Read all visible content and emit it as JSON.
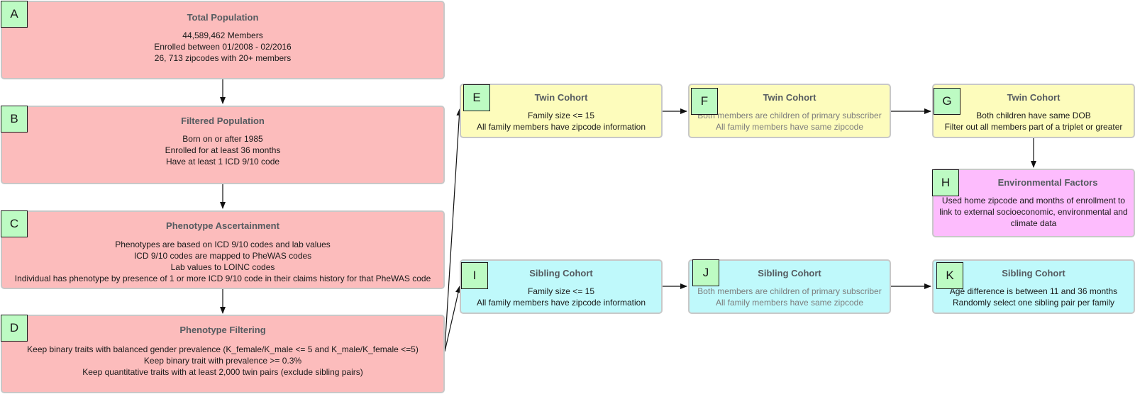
{
  "boxes": {
    "A": {
      "label": "A",
      "title": "Total Population",
      "lines": [
        "44,589,462 Members",
        "Enrolled between 01/2008 - 02/2016",
        "26, 713 zipcodes with 20+ members"
      ]
    },
    "B": {
      "label": "B",
      "title": "Filtered Population",
      "lines": [
        "Born on or after 1985",
        "Enrolled for at least 36 months",
        "Have at least 1 ICD 9/10 code"
      ]
    },
    "C": {
      "label": "C",
      "title": "Phenotype Ascertainment",
      "lines": [
        "Phenotypes are based on ICD 9/10 codes and lab values",
        "ICD 9/10 codes are mapped to PheWAS codes",
        "Lab values to LOINC codes",
        "Individual has phenotype by presence of 1 or more ICD 9/10 code in their claims history for that PheWAS code"
      ]
    },
    "D": {
      "label": "D",
      "title": "Phenotype Filtering",
      "lines": [
        "Keep binary traits with balanced gender prevalence (K_female/K_male <= 5 and K_male/K_female <=5)",
        "Keep binary trait with prevalence >= 0.3%",
        "Keep quantitative traits with at least 2,000 twin pairs (exclude sibling pairs)"
      ]
    },
    "E": {
      "label": "E",
      "title": "Twin Cohort",
      "lines": [
        "Family size <= 15",
        "All family members have zipcode information"
      ]
    },
    "F": {
      "label": "F",
      "title": "Twin Cohort",
      "lines": [
        "Both members are children of primary subscriber",
        "All family members have same zipcode"
      ]
    },
    "G": {
      "label": "G",
      "title": "Twin Cohort",
      "lines": [
        "Both children have same DOB",
        "Filter out all members part of a triplet or greater"
      ]
    },
    "H": {
      "label": "H",
      "title": "Environmental Factors",
      "lines": [
        "Used home zipcode and months of enrollment to",
        "link to external socioeconomic, environmental and",
        "climate data"
      ]
    },
    "I": {
      "label": "I",
      "title": "Sibling Cohort",
      "lines": [
        "Family size <= 15",
        "All family members have zipcode information"
      ]
    },
    "J": {
      "label": "J",
      "title": "Sibling Cohort",
      "lines": [
        "Both members are children of primary subscriber",
        "All family members have same zipcode"
      ]
    },
    "K": {
      "label": "K",
      "title": "Sibling Cohort",
      "lines": [
        "Age difference is between 11 and 36 months",
        "Randomly select one sibling pair per family"
      ]
    }
  },
  "colors": {
    "pink": "#fcbcbc",
    "yellow": "#fdfcbc",
    "cyan": "#bff9fb",
    "magenta": "#fdbcfd",
    "label_green": "#bdfbc3",
    "border": "#c8c8c8"
  }
}
